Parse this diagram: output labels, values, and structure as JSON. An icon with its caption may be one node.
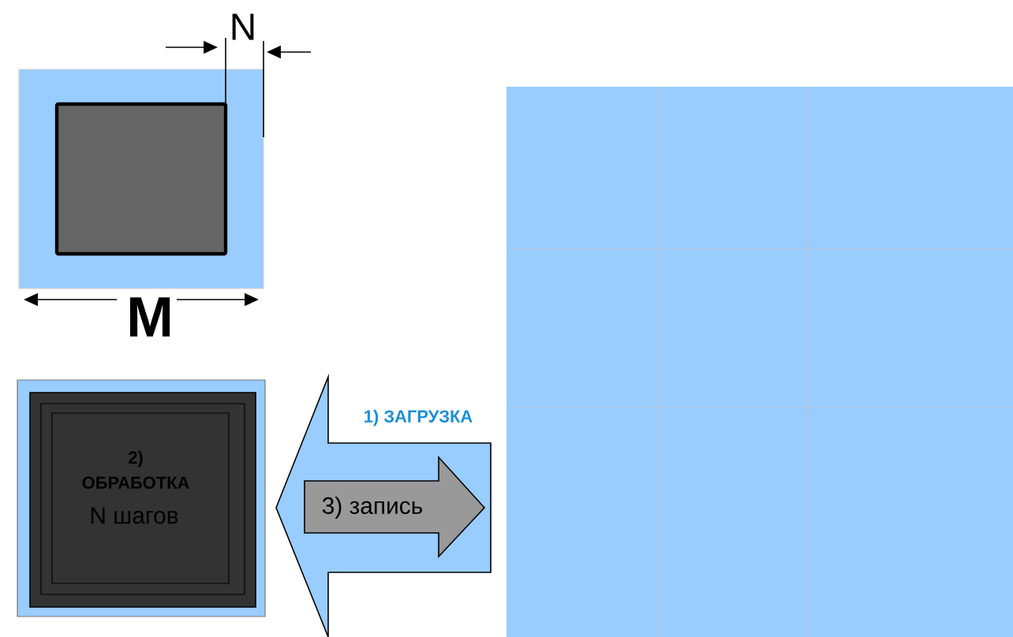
{
  "diagram": {
    "nodes": [
      {
        "text": [],
        "shape": "box"
      },
      {
        "text": [
          "2) ОБРАБОТКА",
          "N шагов"
        ]
      }
    ],
    "edges": [
      {
        "from": 0,
        "to": 1,
        "arrow": "to",
        "label": "1) ЗАГРУЗКА",
        "color": "#99ccff"
      },
      {
        "from": 1,
        "to": 0,
        "arrow": "to",
        "label": "3) запись",
        "color": "#999999"
      }
    ],
    "labels": [
      "N",
      "M"
    ]
  }
}
